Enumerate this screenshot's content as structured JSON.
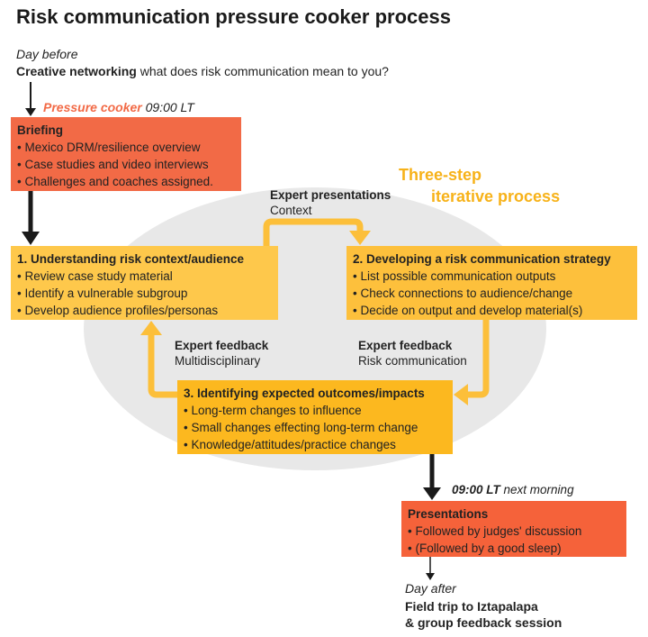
{
  "title": "Risk communication pressure cooker process",
  "day_before": {
    "label": "Day before",
    "bold": "Creative networking",
    "text": " what does risk communication mean to you?"
  },
  "pressure_cooker": {
    "label": "Pressure cooker",
    "time": " 09:00 LT"
  },
  "briefing": {
    "title": "Briefing",
    "items": [
      "Mexico DRM/resilience overview",
      "Case studies and video interviews",
      "Challenges and coaches assigned."
    ]
  },
  "three_step": {
    "line1": "Three-step",
    "line2": "iterative process"
  },
  "expert_presentations": {
    "title": "Expert presentations",
    "sub": "Context"
  },
  "step1": {
    "title": "1. Understanding risk context/audience",
    "items": [
      "Review case study material",
      "Identify a vulnerable subgroup",
      "Develop audience profiles/personas"
    ]
  },
  "step2": {
    "title": "2. Developing a risk communication strategy",
    "items": [
      "List possible communication outputs",
      "Check connections to audience/change",
      "Decide on output and develop material(s)"
    ]
  },
  "expert_feedback_left": {
    "title": "Expert feedback",
    "sub": "Multidisciplinary"
  },
  "expert_feedback_right": {
    "title": "Expert feedback",
    "sub": "Risk communication"
  },
  "step3": {
    "title": "3. Identifying expected outcomes/impacts",
    "items": [
      "Long-term changes to influence",
      "Small changes effecting long-term change",
      "Knowledge/attitudes/practice changes"
    ]
  },
  "next_morning": {
    "time": "09:00 LT",
    "text": " next morning"
  },
  "presentations": {
    "title": "Presentations",
    "items": [
      "Followed by judges' discussion",
      "(Followed by a good sleep)"
    ]
  },
  "day_after": {
    "label": "Day after",
    "line1": "Field trip to Iztapalapa",
    "line2": "& group feedback session"
  },
  "colors": {
    "briefing": "#f26a46",
    "step1": "#fec84b",
    "step2": "#fdc03c",
    "step3": "#fcb81f",
    "presentations": "#f5623a",
    "ellipse": "#e8e8e8",
    "arrow_orange": "#fcbf3a",
    "arrow_dark": "#1a1a1a"
  }
}
